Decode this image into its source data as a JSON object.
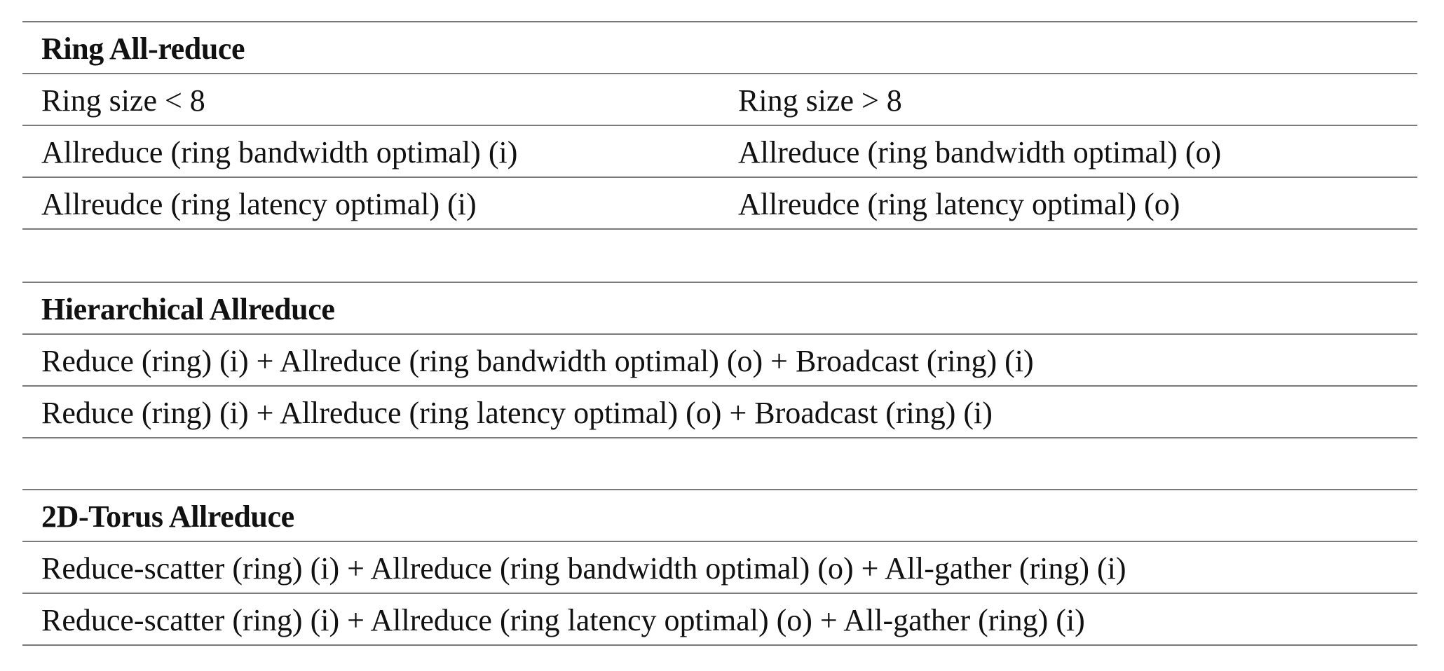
{
  "ring_allreduce": {
    "heading": "Ring All-reduce",
    "columns": [
      "Ring size < 8",
      "Ring size > 8"
    ],
    "rows": [
      [
        "Allreduce (ring bandwidth optimal) (i)",
        "Allreduce (ring bandwidth optimal) (o)"
      ],
      [
        "Allreudce (ring latency optimal) (i)",
        "Allreudce (ring latency optimal) (o)"
      ]
    ]
  },
  "hierarchical_allreduce": {
    "heading": "Hierarchical Allreduce",
    "rows": [
      "Reduce (ring) (i) + Allreduce (ring bandwidth optimal) (o) + Broadcast (ring) (i)",
      "Reduce (ring) (i) + Allreduce (ring latency optimal) (o) + Broadcast (ring) (i)"
    ]
  },
  "torus_allreduce": {
    "heading": "2D-Torus Allreduce",
    "rows": [
      "Reduce-scatter (ring) (i) + Allreduce (ring bandwidth optimal) (o) + All-gather (ring) (i)",
      "Reduce-scatter (ring) (i) + Allreduce (ring latency optimal) (o) + All-gather (ring) (i)"
    ]
  }
}
